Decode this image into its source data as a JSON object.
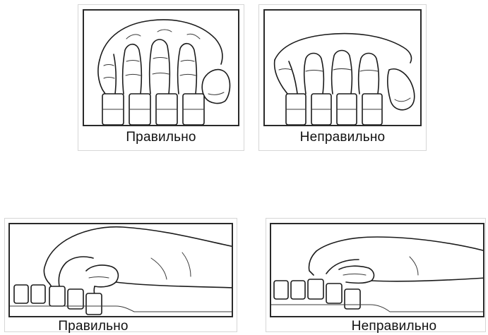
{
  "top": {
    "left": {
      "caption": "Правильно"
    },
    "right": {
      "caption": "Неправильно"
    }
  },
  "bottom": {
    "left": {
      "caption": "Правильно"
    },
    "right": {
      "caption": "Неправильно"
    }
  },
  "colors": {
    "line": "#1b1b1b",
    "background": "#ffffff",
    "frame_border": "#d6d6d6"
  }
}
